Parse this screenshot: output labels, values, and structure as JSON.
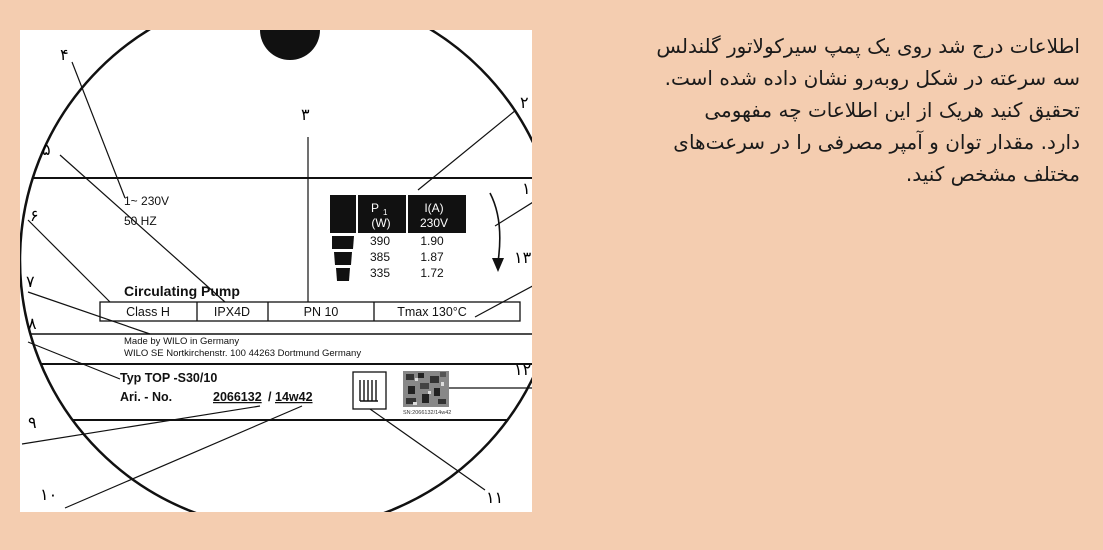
{
  "callouts": {
    "n1": "۱",
    "n2": "۲",
    "n3": "۳",
    "n4": "۴",
    "n5": "۵",
    "n6": "۶",
    "n7": "۷",
    "n8": "۸",
    "n9": "۹",
    "n10": "۱۰",
    "n11": "۱۱",
    "n12": "۱۲",
    "n13": "۱۳"
  },
  "plate": {
    "voltage": "1~ 230V",
    "frequency": "50 HZ",
    "table_header_p": "P",
    "table_header_p_sub": "1",
    "table_header_p_unit": "(W)",
    "table_header_i": "I(A)",
    "table_header_i_unit": "230V",
    "rows": [
      {
        "power": "390",
        "current": "1.90"
      },
      {
        "power": "385",
        "current": "1.87"
      },
      {
        "power": "335",
        "current": "1.72"
      }
    ],
    "title": "Circulating Pump",
    "class": "Class H",
    "protection": "IPX4D",
    "pressure": "PN 10",
    "tmax": "Tmax 130°C",
    "made_by": "Made by WILO in Germany",
    "address": "WILO SE Nortkirchenstr. 100 44263 Dortmund Germany",
    "type": "Typ TOP -S30/10",
    "art_label": "Ari. - No.",
    "art_no": "2066132",
    "art_sep": "/",
    "art_date": "14w42",
    "serial": "SN:2066132/14w42"
  },
  "description": {
    "line1": "اطلاعات درج شد روی یک پمپ سیرکولاتور گلندلس",
    "line2": "سه سرعته در شکل روبه‌رو نشان داده شده است.",
    "line3": "تحقیق کنید هریک از این اطلاعات چه مفهومی",
    "line4": "دارد. مقدار توان و آمپر مصرفی را در سرعت‌های",
    "line5": "مختلف مشخص کنید."
  }
}
